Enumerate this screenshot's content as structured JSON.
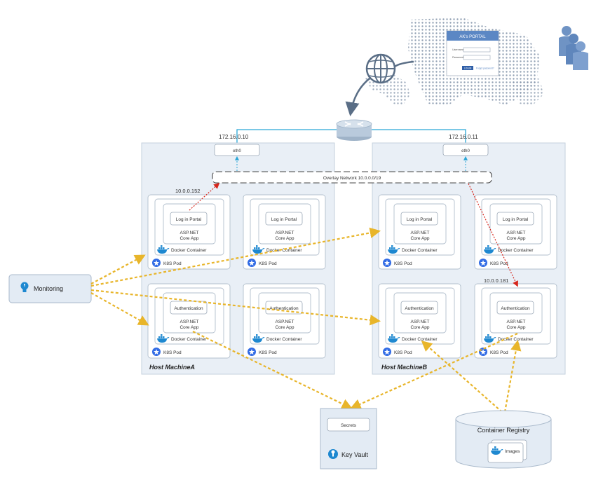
{
  "portal": {
    "title": "AK's PORTAL",
    "username_label": "Username",
    "password_label": "Password",
    "login_button": "LOGIN",
    "forgot_link": "Forgot password?"
  },
  "network": {
    "ip_a": "172.16.0.10",
    "ip_b": "172.16.0.11",
    "eth_a": "eth0",
    "eth_b": "eth0",
    "overlay": "Overlay Network 10.0.0.0/19",
    "pod_ip_a": "10.0.0.152",
    "pod_ip_b": "10.0.0.181"
  },
  "hosts": {
    "a": "Host MachineA",
    "b": "Host MachineB"
  },
  "pods": [
    {
      "service": "Log in Portal",
      "app": "ASP.NET",
      "app2": "Core App",
      "container": "Docker Container",
      "pod": "K8S Pod"
    },
    {
      "service": "Log in Portal",
      "app": "ASP.NET",
      "app2": "Core App",
      "container": "Docker Container",
      "pod": "K8S Pod"
    },
    {
      "service": "Authentication",
      "app": "ASP.NET",
      "app2": "Core App",
      "container": "Docker Container",
      "pod": "K8S Pod"
    },
    {
      "service": "Authentication",
      "app": "ASP.NET",
      "app2": "Core App",
      "container": "Docker Container",
      "pod": "K8S Pod"
    },
    {
      "service": "Log in Portal",
      "app": "ASP.NET",
      "app2": "Core App",
      "container": "Docker Container",
      "pod": "K8S Pod"
    },
    {
      "service": "Log in Portal",
      "app": "ASP.NET",
      "app2": "Core App",
      "container": "Docker Container",
      "pod": "K8S Pod"
    },
    {
      "service": "Authentication",
      "app": "ASP.NET",
      "app2": "Core App",
      "container": "Docker Container",
      "pod": "K8S Pod"
    },
    {
      "service": "Authentication",
      "app": "ASP.NET",
      "app2": "Core App",
      "container": "Docker Container",
      "pod": "K8S Pod"
    }
  ],
  "monitoring": "Monitoring",
  "keyvault": {
    "secrets": "Secrets",
    "label": "Key Vault"
  },
  "registry": {
    "label": "Container Registry",
    "images": "Images"
  },
  "colors": {
    "arrow_yellow": "#e8b52a",
    "arrow_red": "#d6261c",
    "panel": "#e9eff6",
    "accent_blue": "#1e88d0"
  }
}
